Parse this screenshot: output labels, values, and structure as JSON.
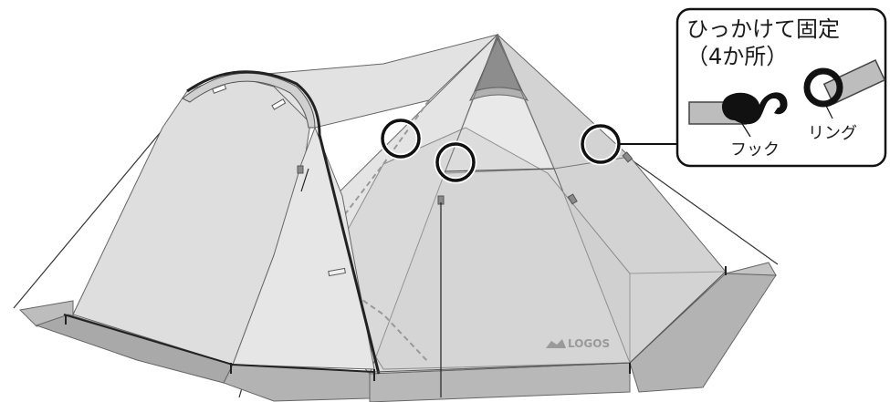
{
  "callout": {
    "title_line1": "ひっかけて固定",
    "title_line2": "（4か所）",
    "hook_label": "フック",
    "ring_label": "リング"
  },
  "brand": {
    "logo_text": "LOGOS"
  },
  "colors": {
    "fabric_light": "#e7e7e7",
    "fabric_mid": "#d6d6d6",
    "fabric_dark": "#bdbdbd",
    "outline": "#555555",
    "line": "#222222",
    "inner_tent": "#cfcfcf"
  }
}
